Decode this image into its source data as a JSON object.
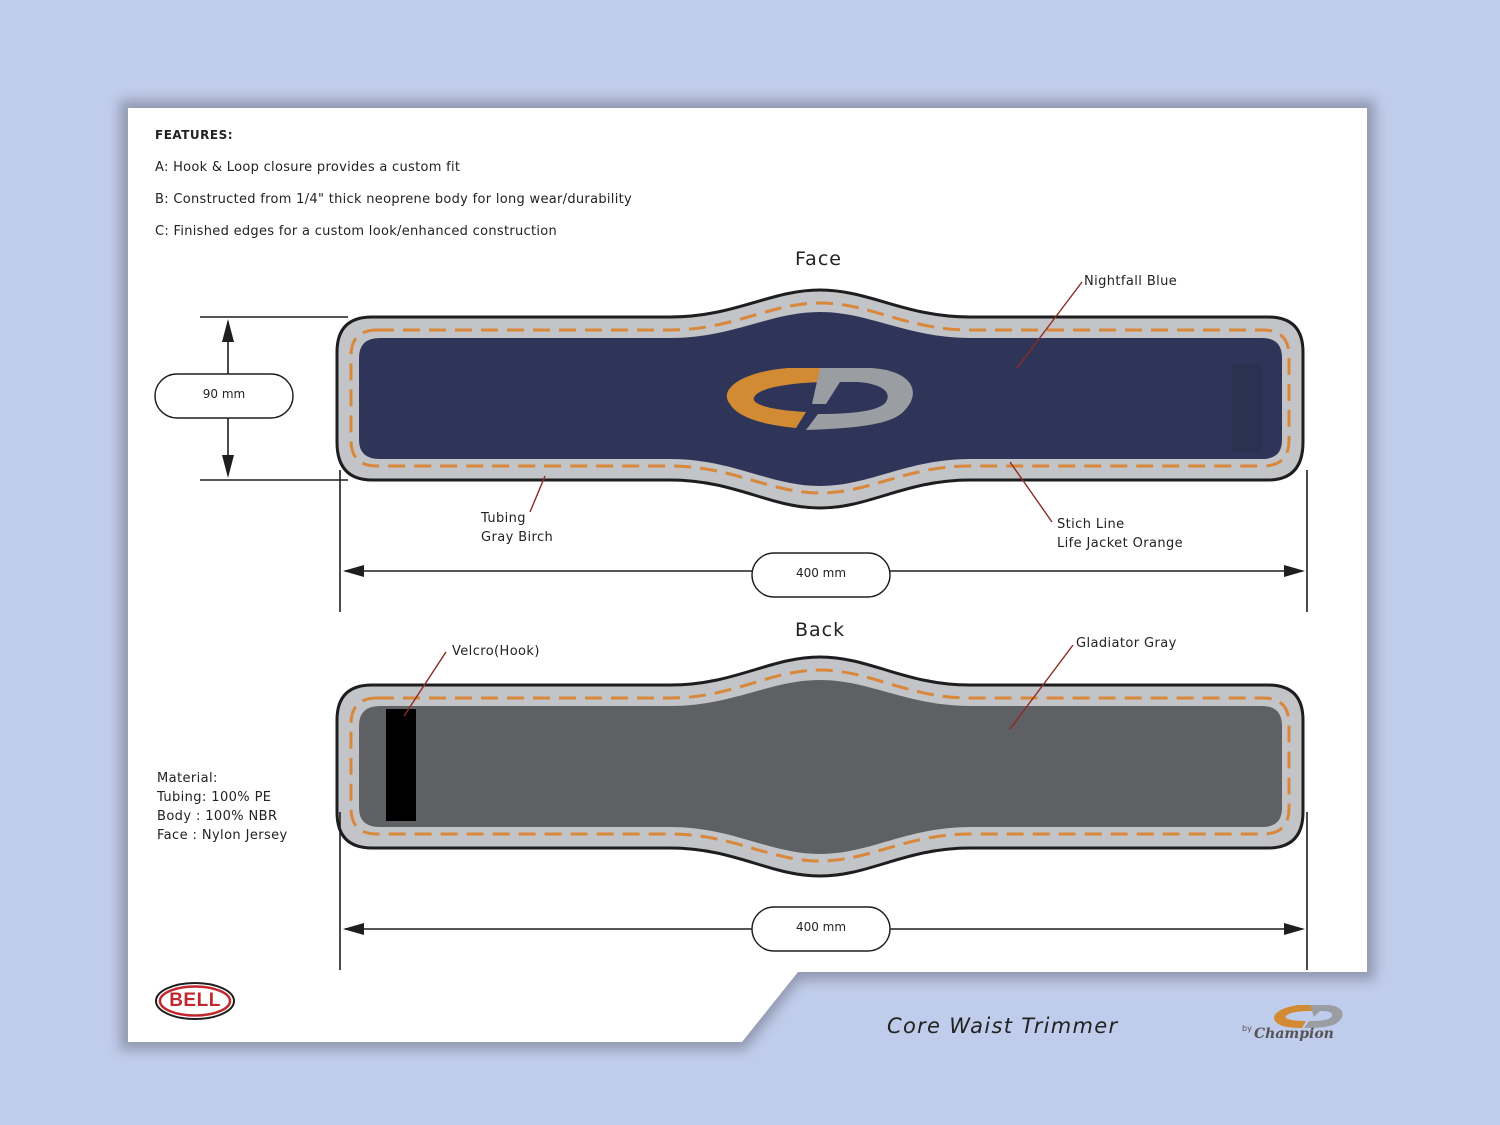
{
  "features": {
    "title": "FEATURES:",
    "items": [
      "A: Hook & Loop closure provides a custom fit",
      "B: Constructed from 1/4\" thick neoprene body for long wear/durability",
      "C: Finished edges for a custom look/enhanced construction"
    ]
  },
  "face": {
    "title": "Face",
    "height_label": "90 mm",
    "width_label": "400 mm",
    "callout_color": "Nightfall Blue",
    "callout_tubing": [
      "Tubing",
      "Gray Birch"
    ],
    "callout_stitch": [
      "Stich Line",
      "Life Jacket Orange"
    ]
  },
  "back": {
    "title": "Back",
    "width_label": "400 mm",
    "callout_velcro": "Velcro(Hook)",
    "callout_color": "Gladiator Gray"
  },
  "material": {
    "heading": "Material:",
    "lines": [
      "Tubing: 100% PE",
      "Body : 100% NBR",
      "Face : Nylon Jersey"
    ]
  },
  "product_title": "Core Waist Trimmer",
  "brand_left": "BELL",
  "brand_right": {
    "prefix": "by",
    "name": "Champion"
  },
  "colors": {
    "background": "#c0cceb",
    "sheet": "#ffffff",
    "face_fill": "#2f3558",
    "back_fill": "#5e6063",
    "tubing": "#c2c4c7",
    "stitch": "#d9873a",
    "logo_orange": "#d28b32",
    "logo_gray": "#9a9da1"
  }
}
